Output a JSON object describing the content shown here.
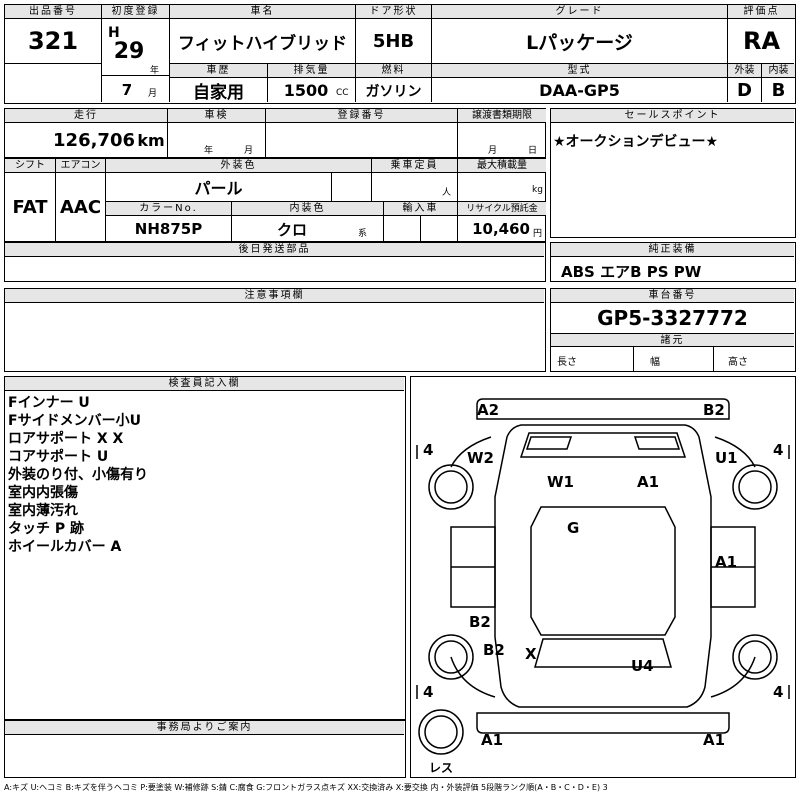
{
  "header": {
    "lot_label": "出品番号",
    "lot": "321",
    "reg_label": "初度登録",
    "era": "H",
    "year": "29",
    "year_unit": "年",
    "month": "7",
    "month_unit": "月",
    "name_label": "車名",
    "name": "フィットハイブリッド",
    "history_label": "車歴",
    "history": "自家用",
    "disp_label": "排気量",
    "disp": "1500",
    "disp_unit": "CC",
    "door_label": "ドア形状",
    "door": "5HB",
    "fuel_label": "燃料",
    "fuel": "ガソリン",
    "grade_label": "グレード",
    "grade": "Lパッケージ",
    "model_label": "型式",
    "model": "DAA-GP5",
    "score_label": "評価点",
    "score": "RA",
    "ext_label": "外装",
    "ext": "D",
    "int_label": "内装",
    "int": "B"
  },
  "row2": {
    "mileage_label": "走行",
    "mileage": "126,706",
    "mileage_unit": "km",
    "inspection_label": "車検",
    "insp_year": "年",
    "insp_month": "月",
    "reg_no_label": "登録番号",
    "transfer_label": "譲渡書類期限",
    "transfer_month": "月",
    "transfer_day": "日",
    "sales_label": "セールスポイント",
    "sales_point": "★オークションデビュー★"
  },
  "row3": {
    "shift_label": "シフト",
    "shift": "FAT",
    "ac_label": "エアコン",
    "ac": "AAC",
    "color_label": "外装色",
    "color": "パール",
    "capacity_label": "乗車定員",
    "capacity_unit": "人",
    "load_label": "最大積載量",
    "load_unit": "kg",
    "colorno_label": "カラーNo.",
    "colorno": "NH875P",
    "interior_label": "内装色",
    "interior": "クロ",
    "interior_unit": "系",
    "import_label": "輸入車",
    "recycle_label": "リサイクル預託金",
    "recycle": "10,460",
    "recycle_unit": "円"
  },
  "later_label": "後日発送部品",
  "equip_label": "純正装備",
  "equip": "ABS エアB PS PW",
  "notes_label": "注意事項欄",
  "chassis_label": "車台番号",
  "chassis": "GP5-3327772",
  "spec_label": "諸元",
  "length_label": "長さ",
  "width_label": "幅",
  "height_label": "高さ",
  "inspector_label": "検査員記入欄",
  "inspector_notes": [
    "Fインナー U",
    "Fサイドメンバー小U",
    "ロアサポート X X",
    "コアサポート U",
    "外装のり付、小傷有り",
    "室内内張傷",
    "室内薄汚れ",
    "タッチ P 跡",
    "ホイールカバー A"
  ],
  "office_label": "事務局よりご案内",
  "diagram": {
    "codes": [
      "A2",
      "B2",
      "W2",
      "U1",
      "W1",
      "A1",
      "G",
      "A1",
      "B2",
      "B2",
      "X",
      "U4",
      "A1",
      "A1"
    ],
    "tires": [
      "4",
      "4",
      "4",
      "4"
    ],
    "spare": "レス"
  },
  "legend": "A:キズ U:ヘコミ B:キズを伴うヘコミ P:要塗装 W:補修跡 S:錆 C:腐食 G:フロントガラス点キズ XX:交換済み X:要交換 内・外装評価 5段階ランク順(A・B・C・D・E) 3"
}
